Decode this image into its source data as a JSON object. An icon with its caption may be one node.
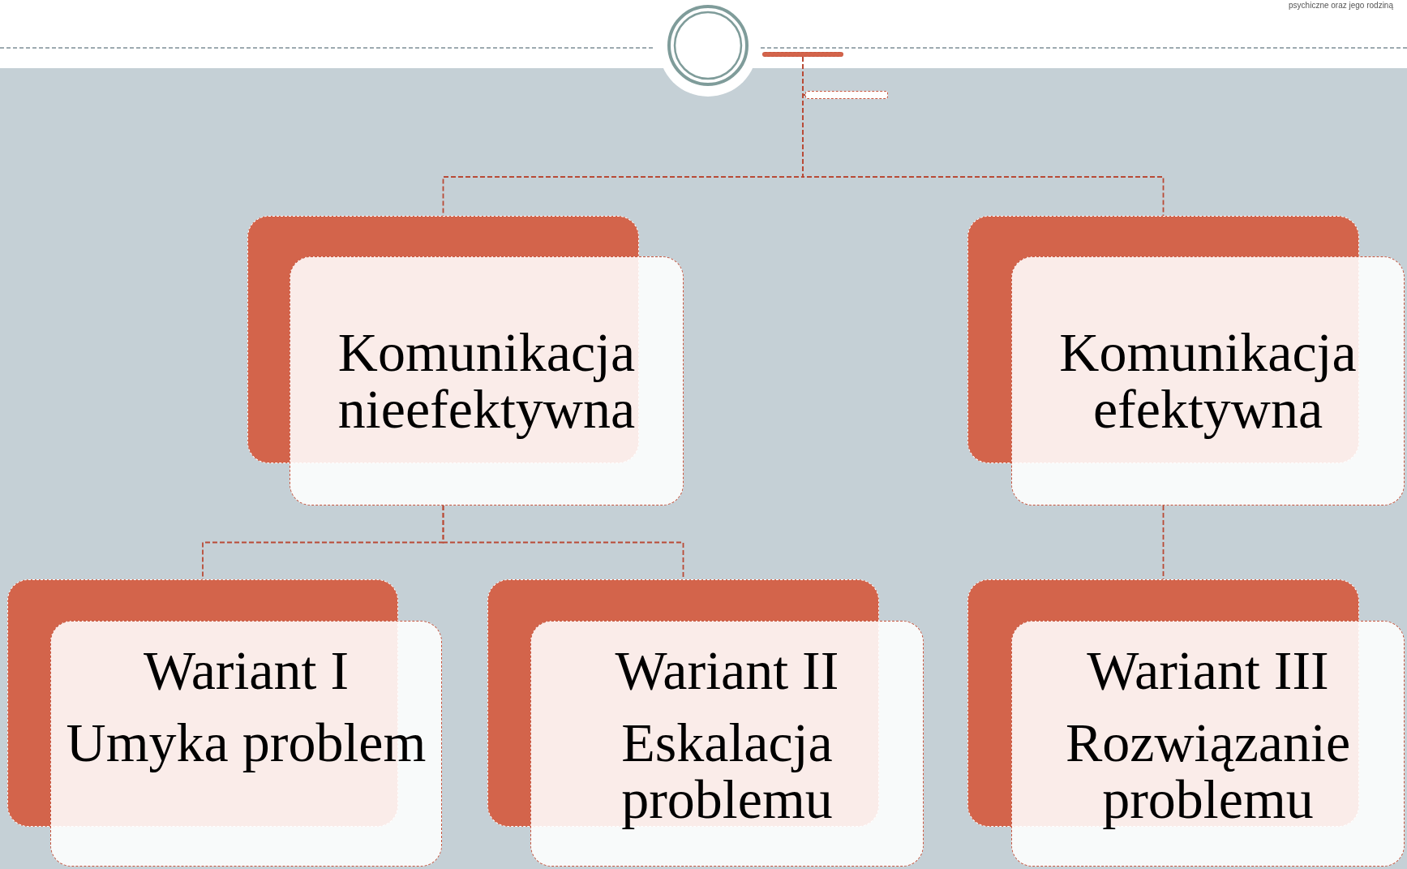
{
  "diagram": {
    "nodes": [
      {
        "text": [],
        "shape": "bar"
      },
      {
        "text": [],
        "shape": "box"
      },
      {
        "text": [
          "Komunikacja nieefektywna"
        ]
      },
      {
        "text": [
          "Komunikacja efektywna"
        ]
      },
      {
        "text": [
          "Wariant I",
          "Umyka problem"
        ]
      },
      {
        "text": [
          "Wariant II",
          "Eskalacja problemu"
        ]
      },
      {
        "text": [
          "Wariant III",
          "Rozwiązanie problemu"
        ]
      }
    ],
    "edges": [
      {
        "from": 0,
        "to": 1,
        "arrow": "none"
      },
      {
        "from": 0,
        "to": 2,
        "arrow": "none"
      },
      {
        "from": 0,
        "to": 3,
        "arrow": "none"
      },
      {
        "from": 2,
        "to": 4,
        "arrow": "none"
      },
      {
        "from": 2,
        "to": 5,
        "arrow": "none"
      },
      {
        "from": 3,
        "to": 6,
        "arrow": "none"
      }
    ],
    "labels": [
      "psychiczne oraz jego rodziną"
    ]
  }
}
